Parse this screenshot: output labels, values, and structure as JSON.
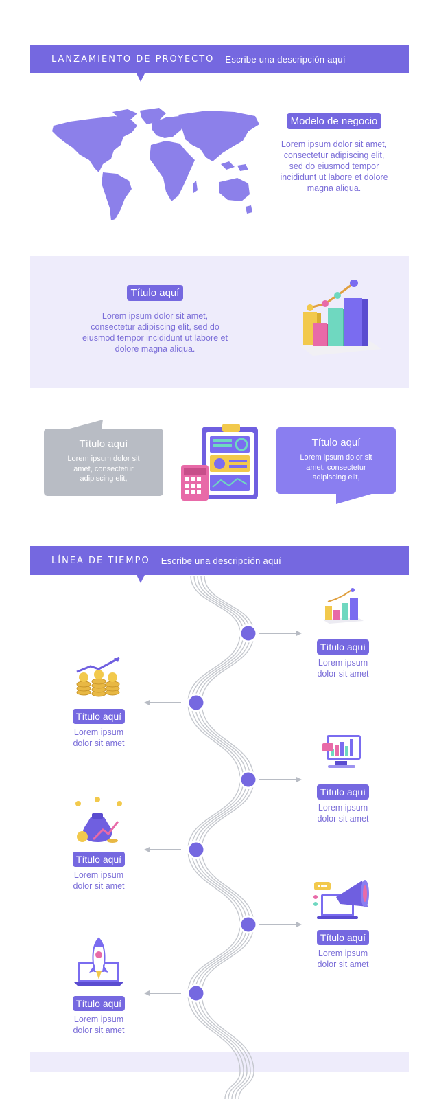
{
  "header1": {
    "title": "LANZAMIENTO DE PROYECTO",
    "description": "Escribe una descripción aquí"
  },
  "business": {
    "title": "Modelo de negocio",
    "text": "Lorem ipsum dolor sit amet, consectetur adipiscing elit, sed do eiusmod tempor incididunt ut labore et dolore magna aliqua."
  },
  "section2": {
    "title": "Título aquí",
    "text": "Lorem ipsum dolor sit amet, consectetur adipiscing elit, sed do eiusmod tempor incididunt ut labore et dolore magna aliqua."
  },
  "bubbles": [
    {
      "title": "Título aquí",
      "text": "Lorem ipsum dolor sit amet, consectetur adipiscing elit,"
    },
    {
      "title": "Título aquí",
      "text": "Lorem ipsum dolor sit amet, consectetur adipiscing elit,"
    }
  ],
  "header2": {
    "title": "LÍNEA DE TIEMPO",
    "description": "Escribe una descripción aquí"
  },
  "timeline": [
    {
      "title": "Título aquí",
      "text": "Lorem ipsum dolor sit amet",
      "icon": "bar-chart-icon"
    },
    {
      "title": "Título aquí",
      "text": "Lorem ipsum dolor sit amet",
      "icon": "coins-growth-icon"
    },
    {
      "title": "Título aquí",
      "text": "Lorem ipsum dolor sit amet",
      "icon": "monitor-chart-icon"
    },
    {
      "title": "Título aquí",
      "text": "Lorem ipsum dolor sit amet",
      "icon": "money-bag-icon"
    },
    {
      "title": "Título aquí",
      "text": "Lorem ipsum dolor sit amet",
      "icon": "megaphone-icon"
    },
    {
      "title": "Título aquí",
      "text": "Lorem ipsum dolor sit amet",
      "icon": "rocket-laptop-icon"
    }
  ],
  "colors": {
    "primary": "#7568e0",
    "panel": "#eeecfb",
    "gray": "#b8bcc4",
    "line": "#c5c8ce"
  }
}
